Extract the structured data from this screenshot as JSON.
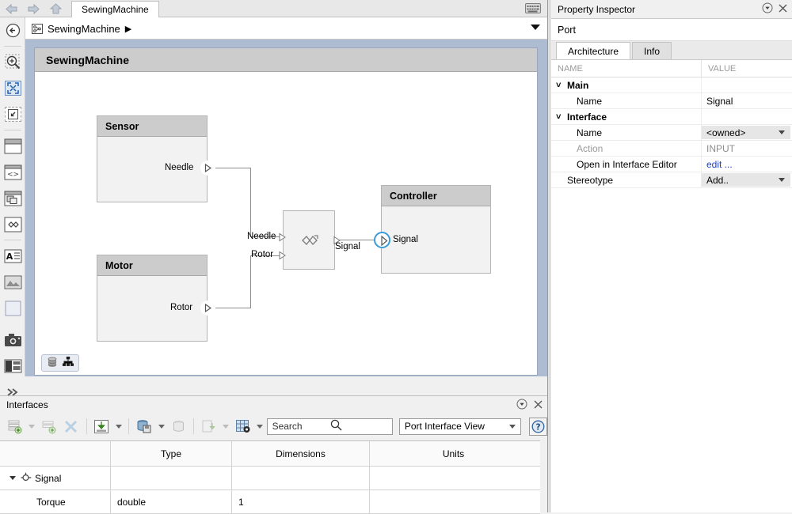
{
  "tabbar": {
    "tab_label": "SewingMachine",
    "kbd_icon": "keyboard-icon",
    "back_icon": "back-arrow-icon",
    "forward_icon": "forward-arrow-icon",
    "up_icon": "up-arrow-icon"
  },
  "breadcrumb": {
    "model_icon": "model-icon",
    "label": "SewingMachine",
    "arrow": "▶",
    "dropdown_icon": "chevron-down-icon"
  },
  "vtoolbar": {
    "items": [
      {
        "name": "navigate-back-icon",
        "label": "Back"
      },
      {
        "name": "zoom-in-icon",
        "label": "Zoom"
      },
      {
        "name": "fit-to-view-icon",
        "label": "Fit to View",
        "selected": true
      },
      {
        "name": "zoom-region-icon",
        "label": "Zoom to Region"
      },
      {
        "name": "component-icon",
        "label": "Component"
      },
      {
        "name": "reference-component-icon",
        "label": "Reference Component"
      },
      {
        "name": "variant-component-icon",
        "label": "Variant Component"
      },
      {
        "name": "adapter-icon",
        "label": "Adapter"
      },
      {
        "name": "annotation-icon",
        "label": "Annotation"
      },
      {
        "name": "image-icon",
        "label": "Image"
      },
      {
        "name": "area-icon",
        "label": "Area"
      },
      {
        "name": "camera-icon",
        "label": "Camera View"
      },
      {
        "name": "requirements-icon",
        "label": "Requirements"
      },
      {
        "name": "more-icon",
        "label": "More"
      }
    ]
  },
  "diagram": {
    "title": "SewingMachine",
    "blocks": [
      {
        "name": "Sensor",
        "ports": [
          {
            "label": "Needle",
            "dir": "out"
          }
        ]
      },
      {
        "name": "Motor",
        "ports": [
          {
            "label": "Rotor",
            "dir": "out"
          }
        ]
      },
      {
        "name": "Controller",
        "ports": [
          {
            "label": "Signal",
            "dir": "in",
            "selected": true
          }
        ]
      }
    ],
    "adapter": {
      "icon": "adapter-glyph-icon",
      "inputs": [
        "Needle",
        "Rotor"
      ],
      "outputs": [
        "Signal"
      ]
    },
    "status_icons": [
      "model-data-icon",
      "hierarchy-icon"
    ]
  },
  "interfaces": {
    "title": "Interfaces",
    "header_icons": [
      "panel-options-icon",
      "close-icon"
    ],
    "toolbar": [
      {
        "name": "add-interface-icon",
        "caret": true,
        "disabled": true
      },
      {
        "name": "add-element-icon",
        "caret": false,
        "disabled": true
      },
      {
        "name": "delete-icon",
        "caret": false,
        "disabled": true
      },
      {
        "name": "import-icon",
        "caret": true,
        "disabled": false
      },
      {
        "name": "save-icon",
        "caret": true,
        "disabled": false
      },
      {
        "name": "link-icon",
        "caret": false,
        "disabled": true
      },
      {
        "name": "assign-icon",
        "caret": true,
        "disabled": true
      },
      {
        "name": "view-icon",
        "caret": true,
        "disabled": false
      }
    ],
    "search": {
      "placeholder": "Search",
      "value": "",
      "icon": "search-icon"
    },
    "view_select": {
      "value": "Port Interface View",
      "icon": "chevron-down-icon"
    },
    "help": {
      "icon": "help-icon"
    },
    "table": {
      "columns": [
        "",
        "Type",
        "Dimensions",
        "Units"
      ],
      "rows": [
        {
          "name": "Signal",
          "icon": "interface-icon",
          "expanded": true,
          "type": "",
          "dimensions": "",
          "units": "",
          "level": 0
        },
        {
          "name": "Torque",
          "icon": "",
          "expanded": null,
          "type": "double",
          "dimensions": "1",
          "units": "",
          "level": 1
        }
      ]
    }
  },
  "property_inspector": {
    "title": "Property Inspector",
    "header_icons": [
      "panel-options-icon",
      "close-icon"
    ],
    "subject": "Port",
    "tabs": [
      {
        "label": "Architecture",
        "active": true
      },
      {
        "label": "Info",
        "active": false
      }
    ],
    "columns": {
      "name": "NAME",
      "value": "VALUE"
    },
    "rows": [
      {
        "kind": "group",
        "name": "Main",
        "expanded": true
      },
      {
        "kind": "prop",
        "name": "Name",
        "value": "Signal",
        "style": "plain",
        "indent": 1
      },
      {
        "kind": "group",
        "name": "Interface",
        "expanded": true
      },
      {
        "kind": "prop",
        "name": "Name",
        "value": "<owned>",
        "style": "dropdown",
        "indent": 1
      },
      {
        "kind": "prop",
        "name": "Action",
        "value": "INPUT",
        "style": "muted",
        "indent": 1
      },
      {
        "kind": "prop",
        "name": "Open in Interface Editor",
        "value": "edit ...",
        "style": "link",
        "indent": 1
      },
      {
        "kind": "prop",
        "name": "Stereotype",
        "value": "Add..",
        "style": "dropdown",
        "indent": 0
      }
    ]
  },
  "colors": {
    "canvas_bg": "#aebcd2",
    "block_header": "#cccccc",
    "block_body": "#f2f2f2",
    "selection_blue": "#3b9bd6",
    "link": "#1a3fcf"
  }
}
